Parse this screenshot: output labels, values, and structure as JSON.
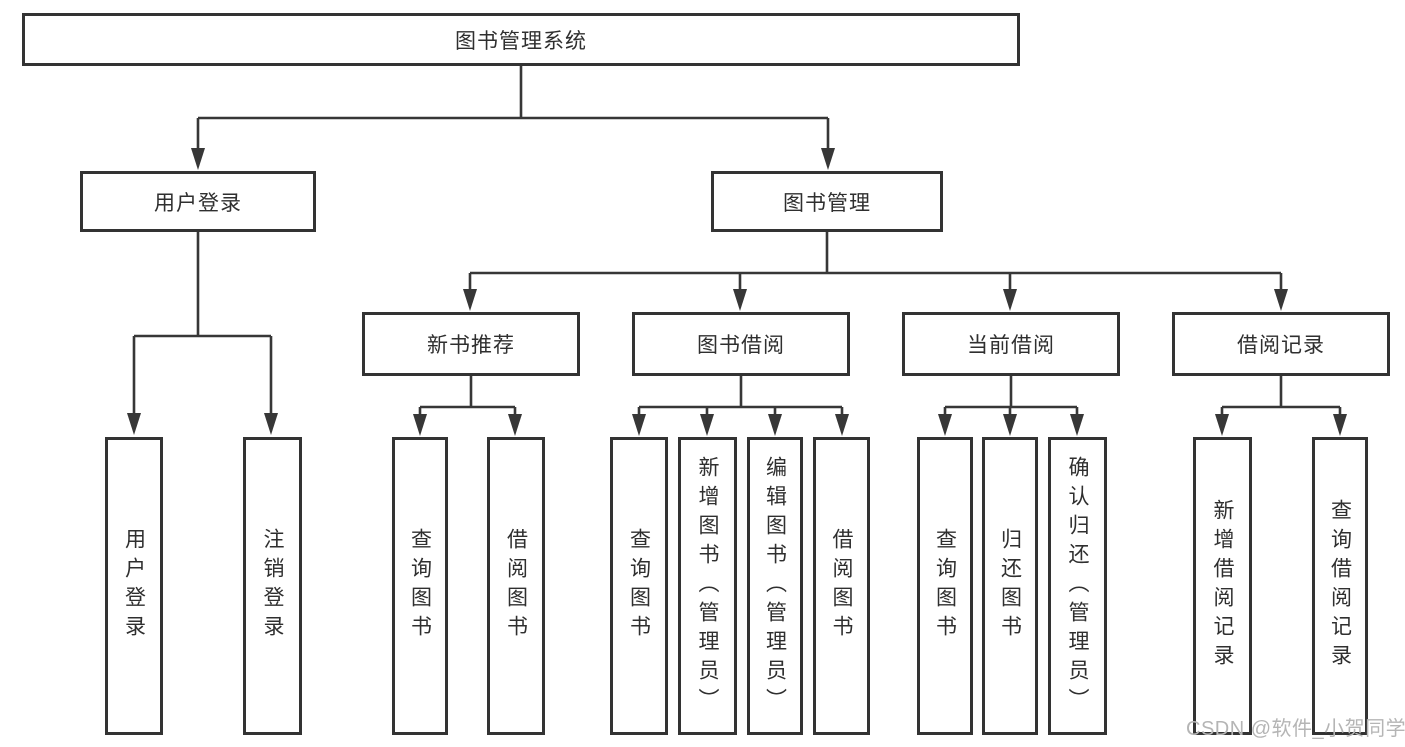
{
  "diagram": {
    "title_box": {
      "label": "图书管理系统"
    },
    "level2": [
      {
        "label": "用户登录"
      },
      {
        "label": "图书管理"
      }
    ],
    "level3": [
      {
        "label": "新书推荐"
      },
      {
        "label": "图书借阅"
      },
      {
        "label": "当前借阅"
      },
      {
        "label": "借阅记录"
      }
    ],
    "leaves": [
      {
        "label": "用户登录"
      },
      {
        "label": "注销登录"
      },
      {
        "label": "查询图书"
      },
      {
        "label": "借阅图书"
      },
      {
        "label": "查询图书"
      },
      {
        "label": "新增图书（管理员）"
      },
      {
        "label": "编辑图书（管理员）"
      },
      {
        "label": "借阅图书"
      },
      {
        "label": "查询图书"
      },
      {
        "label": "归还图书"
      },
      {
        "label": "确认归还（管理员）"
      },
      {
        "label": "新增借阅记录"
      },
      {
        "label": "查询借阅记录"
      }
    ],
    "colors": {
      "line": "#373737",
      "border": "#333333",
      "text": "#2f2f2f",
      "background": "#ffffff",
      "watermark": "#b5b5b5"
    }
  },
  "watermark": {
    "text": "CSDN @软件_小贺同学"
  }
}
